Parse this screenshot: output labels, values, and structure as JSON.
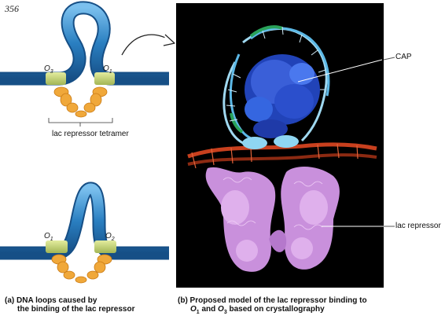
{
  "page_number": "356",
  "panel_a": {
    "top_labels": {
      "left_operator": "O",
      "left_sub": "3",
      "right_operator": "O",
      "right_sub": "1"
    },
    "bottom_labels": {
      "left_operator": "O",
      "left_sub": "1",
      "right_operator": "O",
      "right_sub": "2"
    },
    "tetramer_label": "lac repressor tetramer",
    "caption_line1": "(a) DNA loops caused by",
    "caption_line2": "the binding of the lac repressor"
  },
  "panel_b": {
    "label_cap": "CAP",
    "label_repressor": "lac repressor",
    "caption_line1": "(b) Proposed model of the lac repressor binding to",
    "caption_line2_part1": "O",
    "caption_line2_sub1": "1",
    "caption_line2_part2": " and ",
    "caption_line2_part3": "O",
    "caption_line2_sub3": "3",
    "caption_line2_part4": " based on crystallography"
  },
  "colors": {
    "dna_blue": "#2a7fc1",
    "operator_green": "#c9d77a",
    "repressor_orange": "#f0a83a",
    "cap_blue": "#3a5fd8",
    "dna_red": "#c8401e",
    "repressor_purple": "#d9a6e6",
    "background_dark": "#000000"
  }
}
